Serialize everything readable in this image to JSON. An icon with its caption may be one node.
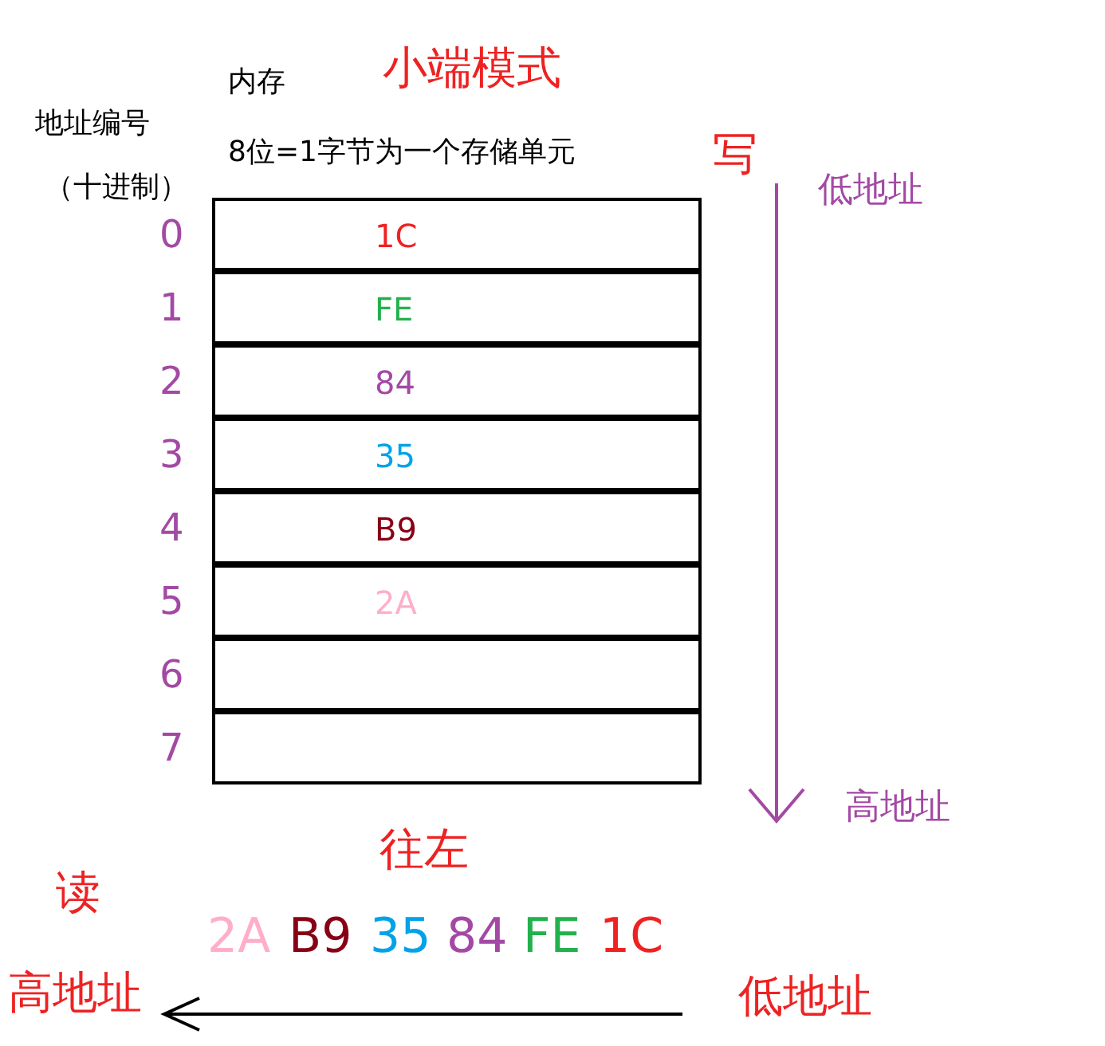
{
  "diagram": {
    "title": "小端模式",
    "nodes": [
      {
        "text": [
          "1C"
        ],
        "beside": [
          "0"
        ]
      },
      {
        "text": [
          "FE"
        ],
        "beside": [
          "1"
        ]
      },
      {
        "text": [
          "84"
        ],
        "beside": [
          "2"
        ]
      },
      {
        "text": [
          "35"
        ],
        "beside": [
          "3"
        ]
      },
      {
        "text": [
          "B9"
        ],
        "beside": [
          "4"
        ]
      },
      {
        "text": [
          "2A"
        ],
        "beside": [
          "5"
        ]
      },
      {
        "text": [],
        "shape": "box",
        "beside": [
          "6"
        ]
      },
      {
        "text": [],
        "shape": "box",
        "beside": [
          "7"
        ]
      }
    ],
    "labels": [
      "内存",
      "8位=1字节为一个存储单元",
      "写",
      "地址编号",
      "（十进制）",
      "低地址",
      "高地址",
      "往左",
      "读",
      "2A",
      "B9",
      "35",
      "84",
      "FE",
      "1C",
      "高地址",
      "低地址"
    ]
  }
}
